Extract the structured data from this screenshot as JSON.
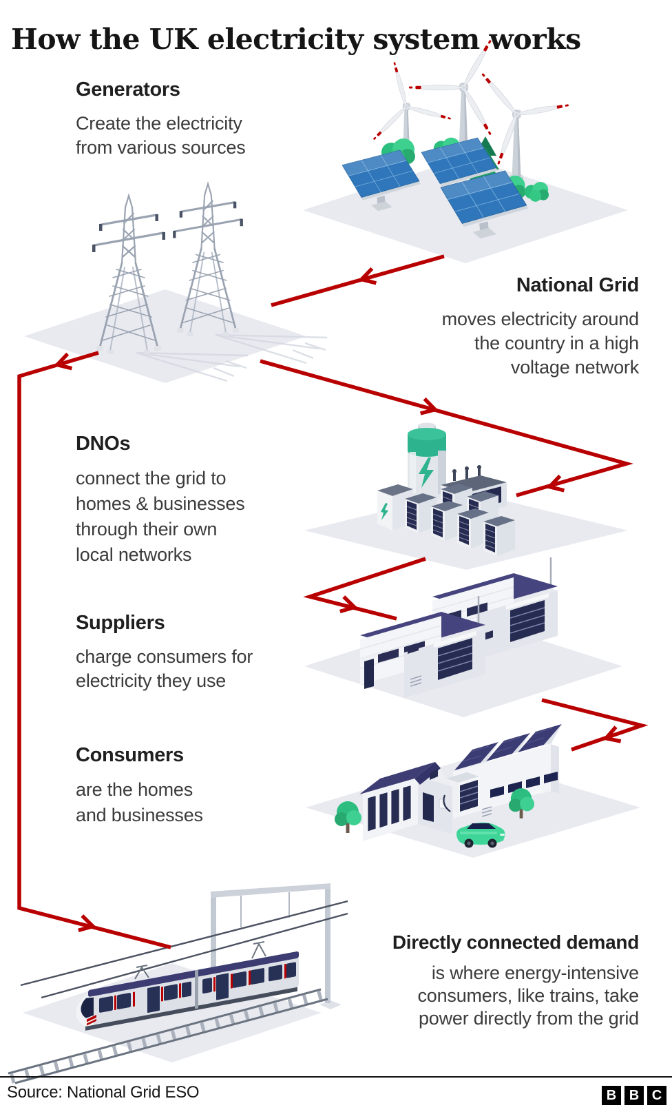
{
  "title": "How the UK electricity system works",
  "colors": {
    "flow_red": "#b80000",
    "platform": "#e9eaf0",
    "navy": "#3f3f78",
    "panel_blue": "#2f77ba",
    "battery_green": "#2db48e",
    "car_green": "#3fd598"
  },
  "steps": {
    "generators": {
      "heading": "Generators",
      "body": "Create the electricity\nfrom various sources"
    },
    "national_grid": {
      "heading": "National Grid",
      "body": "moves electricity around\nthe country in a high\nvoltage network"
    },
    "dnos": {
      "heading": "DNOs",
      "body": "connect the grid to\nhomes & businesses\nthrough their own\nlocal networks"
    },
    "suppliers": {
      "heading": "Suppliers",
      "body": "charge consumers for\nelectricity they use"
    },
    "consumers": {
      "heading": "Consumers",
      "body": "are the homes\nand businesses"
    },
    "directly_connected_demand": {
      "heading": "Directly connected demand",
      "body": "is where energy-intensive\nconsumers, like trains, take\npower directly from the grid"
    }
  },
  "footer": {
    "source": "Source: National Grid ESO",
    "logo": [
      "B",
      "B",
      "C"
    ]
  }
}
